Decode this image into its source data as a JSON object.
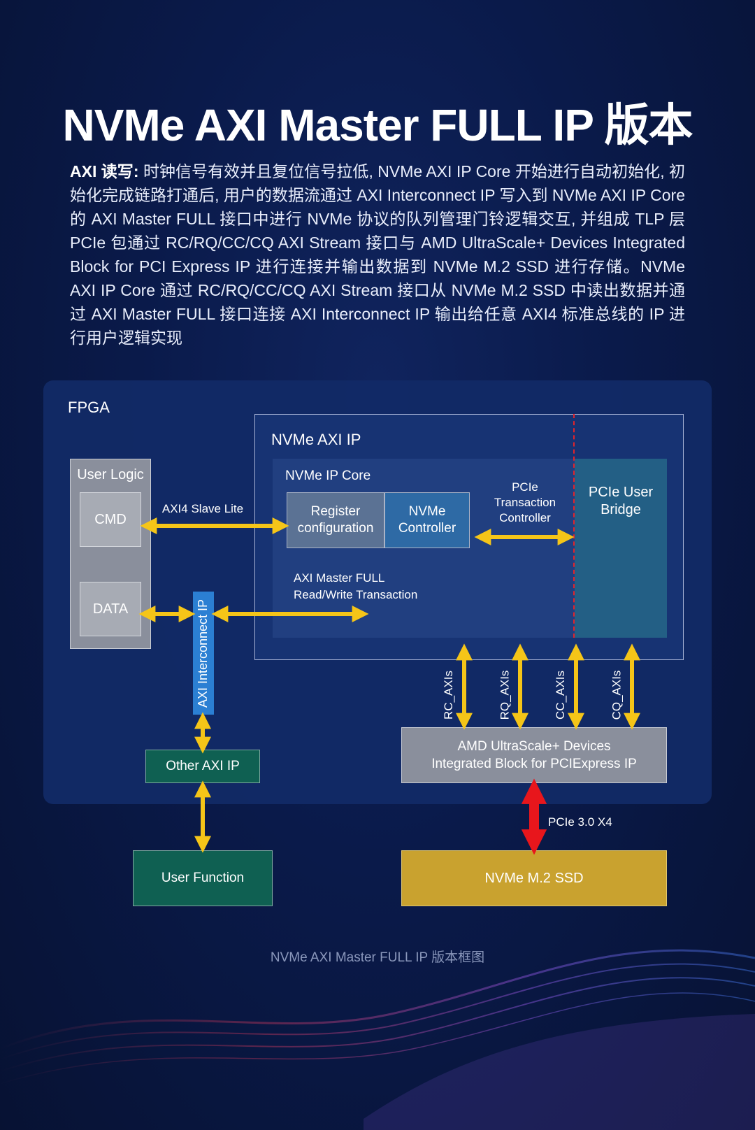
{
  "title": "NVMe AXI Master FULL IP 版本",
  "description": {
    "lead": "AXI 读写:",
    "body": " 时钟信号有效并且复位信号拉低, NVMe AXI IP Core 开始进行自动初始化, 初始化完成链路打通后, 用户的数据流通过 AXI Interconnect IP 写入到 NVMe AXI IP Core 的 AXI Master FULL 接口中进行 NVMe 协议的队列管理门铃逻辑交互, 并组成 TLP 层 PCIe 包通过 RC/RQ/CC/CQ AXI Stream 接口与 AMD UltraScale+ Devices Integrated Block for PCI Express IP 进行连接并输出数据到 NVMe M.2 SSD 进行存储。NVMe AXI IP Core 通过 RC/RQ/CC/CQ AXI Stream 接口从 NVMe M.2 SSD 中读出数据并通过 AXI Master FULL 接口连接 AXI Interconnect IP 输出给任意 AXI4 标准总线的 IP 进行用户逻辑实现"
  },
  "diagram": {
    "fpga_label": "FPGA",
    "nvme_axi_ip_label": "NVMe AXI IP",
    "nvme_ip_core_label": "NVMe IP Core",
    "user_logic_label": "User Logic",
    "cmd_label": "CMD",
    "data_label": "DATA",
    "register_config_label": "Register configuration",
    "nvme_controller_label": "NVMe Controller",
    "pcie_transaction_label": "PCIe Transaction Controller",
    "pcie_user_bridge_label": "PCIe User Bridge",
    "axi4_slave_lite_label": "AXI4 Slave Lite",
    "axi_master_full_label_1": "AXI Master FULL",
    "axi_master_full_label_2": "Read/Write Transaction",
    "axi_interconnect_label": "AXI Interconnect IP",
    "other_axi_ip_label": "Other AXI IP",
    "user_function_label": "User Function",
    "amd_block_label_1": "AMD UltraScale+ Devices",
    "amd_block_label_2": "Integrated Block for PCIExpress IP",
    "nvme_ssd_label": "NVMe M.2 SSD",
    "pcie_link_label": "PCIe 3.0 X4",
    "axis_labels": [
      "RC_AXIs",
      "RQ_AXIs",
      "CC_AXIs",
      "CQ_AXIs"
    ]
  },
  "caption": "NVMe AXI Master FULL IP 版本框图",
  "colors": {
    "background": "#0a1a4a",
    "arrow_yellow": "#f5c518",
    "arrow_red": "#e8161c",
    "interconnect_blue": "#2b7fd3",
    "green_box": "#0f6052",
    "ssd_gold": "#c9a22f",
    "bridge_teal": "#235f85"
  }
}
